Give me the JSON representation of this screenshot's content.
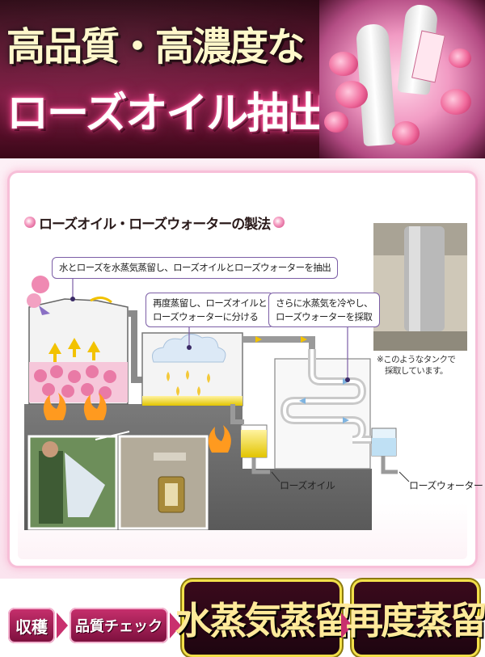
{
  "banner": {
    "line1": "高品質・高濃度な",
    "line2": "ローズオイル抽出"
  },
  "diagram": {
    "title": "ローズオイル・ローズウォーターの製法",
    "callout_top": "水とローズを水蒸気蒸留し、ローズオイルとローズウォーターを抽出",
    "callout_mid_1": "再度蒸留し、ローズオイルと",
    "callout_mid_2": "ローズウォーターに分ける",
    "callout_right_1": "さらに水蒸気を冷やし、",
    "callout_right_2": "ローズウォーターを採取",
    "label_oil": "ローズオイル",
    "label_water": "ローズウォーター",
    "tank_note_1": "※このようなタンクで",
    "tank_note_2": "採取しています。"
  },
  "steps": [
    {
      "label": "収穫"
    },
    {
      "label": "品質チェック"
    },
    {
      "label": "水蒸気蒸留"
    },
    {
      "label": "再度蒸留"
    }
  ],
  "colors": {
    "banner_bg": "#5a0f2b",
    "accent_pink": "#d23d7e",
    "callout_border": "#7c5ea6",
    "flow_arrow": "#f2c200",
    "step_gold": "#f2e04a"
  }
}
